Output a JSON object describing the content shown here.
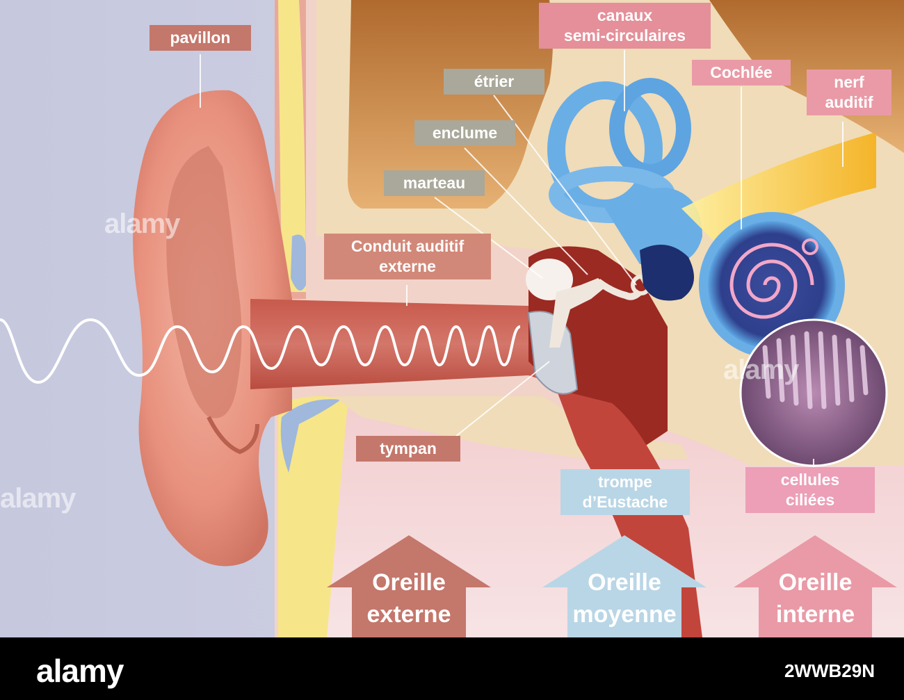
{
  "labels": {
    "pavillon": "pavillon",
    "conduit_line1": "Conduit auditif",
    "conduit_line2": "externe",
    "marteau": "marteau",
    "enclume": "enclume",
    "etrier": "étrier",
    "canaux_line1": "canaux",
    "canaux_line2": "semi-circulaires",
    "cochlee": "Cochlée",
    "nerf_line1": "nerf",
    "nerf_line2": "auditif",
    "tympan": "tympan",
    "trompe_line1": "trompe",
    "trompe_line2": "d’Eustache",
    "cellules_line1": "cellules",
    "cellules_line2": "ciliées"
  },
  "sections": {
    "externe_line1": "Oreille",
    "externe_line2": "externe",
    "moyenne_line1": "Oreille",
    "moyenne_line2": "moyenne",
    "interne_line1": "Oreille",
    "interne_line2": "interne"
  },
  "watermark": "alamy",
  "footer": {
    "logo": "alamy",
    "stock_id": "2WWB29N"
  },
  "colors": {
    "outer": "#c4776b",
    "middle": "#b9d6e6",
    "inner": "#e99aa6",
    "ossicles": "#a9a89a",
    "background": "#c9cbe0"
  }
}
